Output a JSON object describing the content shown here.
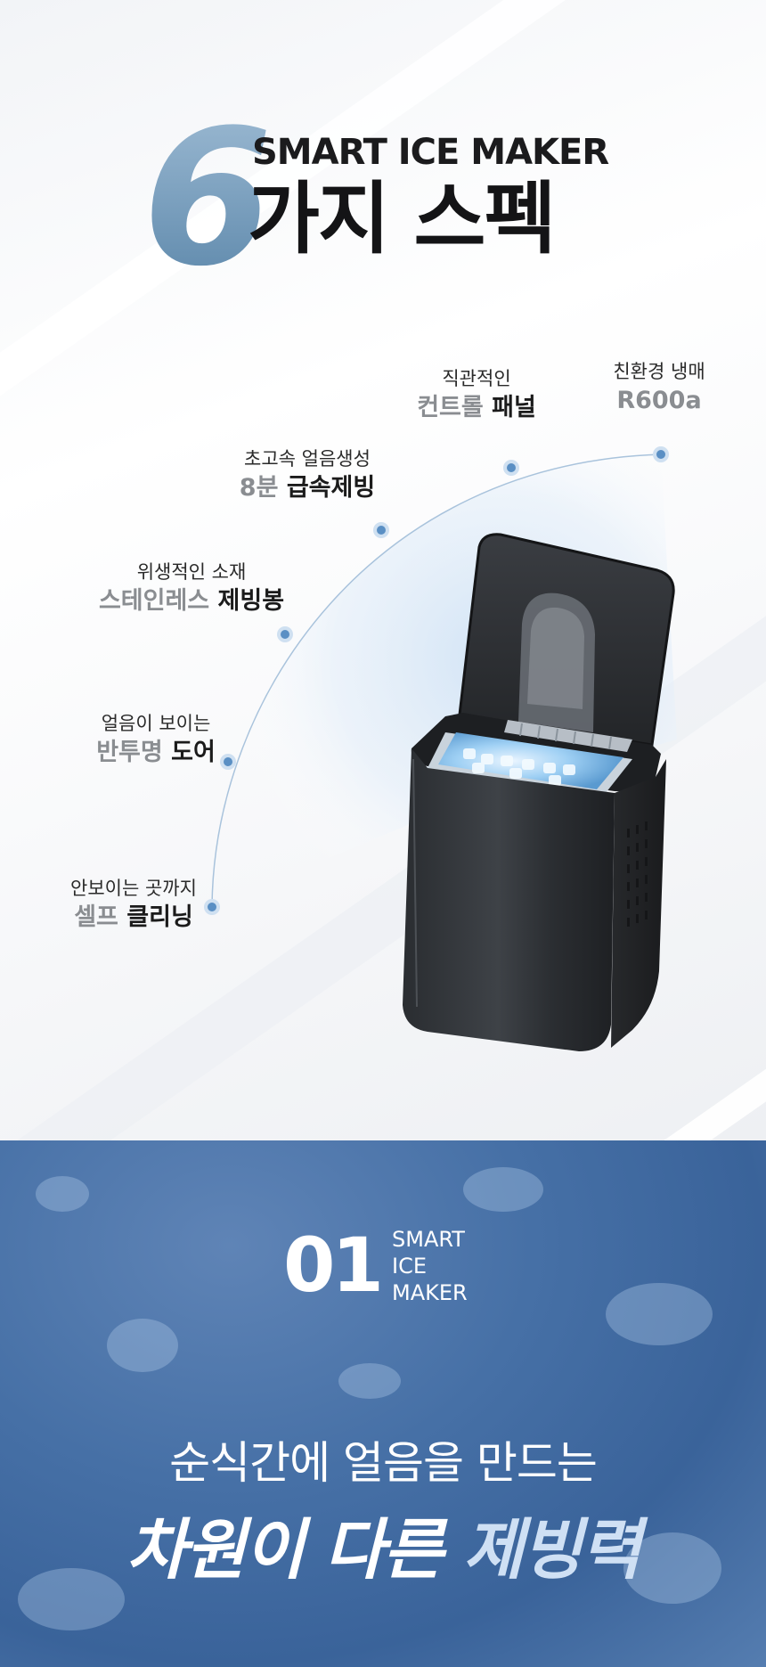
{
  "hero": {
    "number": "6",
    "subtitle": "SMART ICE MAKER",
    "title": "가지 스펙"
  },
  "specs": [
    {
      "id": "panel",
      "line1": "직관적인",
      "line2_gray": "컨트롤",
      "line2_dark": " 패널"
    },
    {
      "id": "refrigerant",
      "line1": "친환경 냉매",
      "line2_gray": "R600a",
      "line2_dark": ""
    },
    {
      "id": "speed",
      "line1": "초고속 얼음생성",
      "line2_gray": "8분",
      "line2_dark": " 급속제빙"
    },
    {
      "id": "material",
      "line1": "위생적인 소재",
      "line2_gray": "스테인레스",
      "line2_dark": " 제빙봉"
    },
    {
      "id": "door",
      "line1": "얼음이 보이는",
      "line2_gray": "반투명",
      "line2_dark": " 도어"
    },
    {
      "id": "cleaning",
      "line1": "안보이는 곳까지",
      "line2_gray": "셀프",
      "line2_dark": " 클리닝"
    }
  ],
  "section01": {
    "number": "01",
    "label_lines": [
      "SMART",
      "ICE",
      "MAKER"
    ],
    "tagline1": "순식간에 얼음을 만드는",
    "tagline2_plain": "차원이 다른 ",
    "tagline2_frost": "제빙력"
  },
  "colors": {
    "accent_blue": "#6f97bd",
    "dot": "#5a8fc4",
    "bottom_bg": "#4670a6"
  }
}
